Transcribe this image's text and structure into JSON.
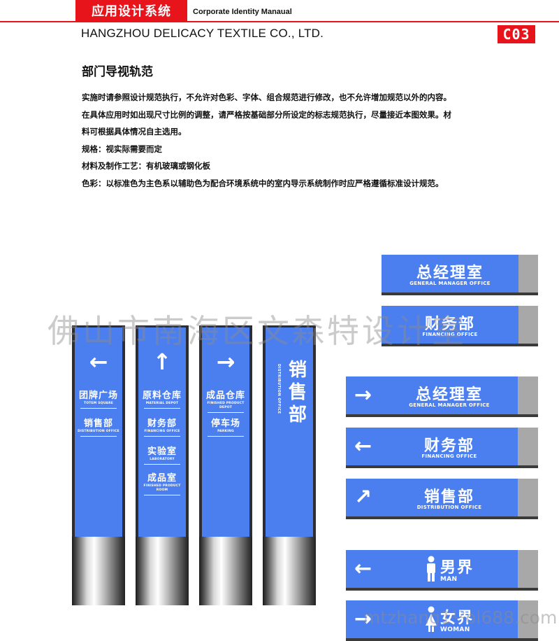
{
  "header": {
    "system_label": "应用设计系统",
    "manual_label": "Corporate Identity Manaual",
    "company": "HANGZHOU DELICACY TEXTILE CO., LTD.",
    "page_code": "C03",
    "accent_color": "#e8141b"
  },
  "section": {
    "title": "部门导视轨范",
    "lines": [
      "实施时请参照设计规范执行，不允许对色彩、字体、组合规范进行修改，也不允许增加规范以外的内容。",
      "在具体应用时如出现尺寸比例的调整，请严格按基础部分所设定的标志规范执行，尽量接近本图效果。材",
      "料可根据具体情况自主选用。",
      "规格：视实际需要而定",
      "材料及制作工艺：有机玻璃或钢化板",
      "色彩：以标准色为主色系以辅助色为配合环境系统中的室内导示系统制作时应严格遵循标准设计规范。"
    ]
  },
  "sign_color": "#4b7ff0",
  "pylons": [
    {
      "arrow": "←",
      "arrow_icon": "arrow-left-icon",
      "items": [
        {
          "zh": "团牌广场",
          "en": "TOTEM SQUARE"
        },
        {
          "zh": "销售部",
          "en": "DISTRIBUTION OFFICE"
        }
      ]
    },
    {
      "arrow": "↑",
      "arrow_icon": "arrow-up-icon",
      "items": [
        {
          "zh": "原料仓库",
          "en": "MATERIAL DEPOT"
        },
        {
          "zh": "财务部",
          "en": "FINANCING OFFICE"
        },
        {
          "zh": "实验室",
          "en": "LABORATORY"
        },
        {
          "zh": "成品室",
          "en": "FINISHED PRODUCT ROOM"
        }
      ]
    },
    {
      "arrow": "→",
      "arrow_icon": "arrow-right-icon",
      "items": [
        {
          "zh": "成品仓库",
          "en": "FINISHED PRODUCT DEPOT"
        },
        {
          "zh": "停车场",
          "en": "PARKING"
        }
      ]
    },
    {
      "vertical_zh": "销售部",
      "vertical_en": "DISTRIBUTION OFFICE"
    }
  ],
  "plates_top": [
    {
      "zh": "总经理室",
      "en": "GENERAL MANAGER OFFICE"
    },
    {
      "zh": "财务部",
      "en": "FINANCING OFFICE"
    }
  ],
  "plates_dir": [
    {
      "arrow": "→",
      "arrow_icon": "arrow-right-icon",
      "zh": "总经理室",
      "en": "GENERAL MANAGER OFFICE"
    },
    {
      "arrow": "←",
      "arrow_icon": "arrow-left-icon",
      "zh": "财务部",
      "en": "FINANCING OFFICE"
    },
    {
      "arrow": "↗",
      "arrow_icon": "arrow-up-right-icon",
      "zh": "销售部",
      "en": "DISTRIBUTION OFFICE"
    },
    {
      "arrow": "←",
      "arrow_icon": "arrow-left-icon",
      "zh": "男界",
      "en": "MAN",
      "figure_icon": "man-icon"
    },
    {
      "arrow": "→",
      "arrow_icon": "arrow-right-icon",
      "zh": "女界",
      "en": "WOMAN",
      "figure_icon": "woman-icon"
    }
  ],
  "watermark": "佛山市南海区文森特设计室",
  "watermark_url": "mtzhang1¹²ol688.com"
}
